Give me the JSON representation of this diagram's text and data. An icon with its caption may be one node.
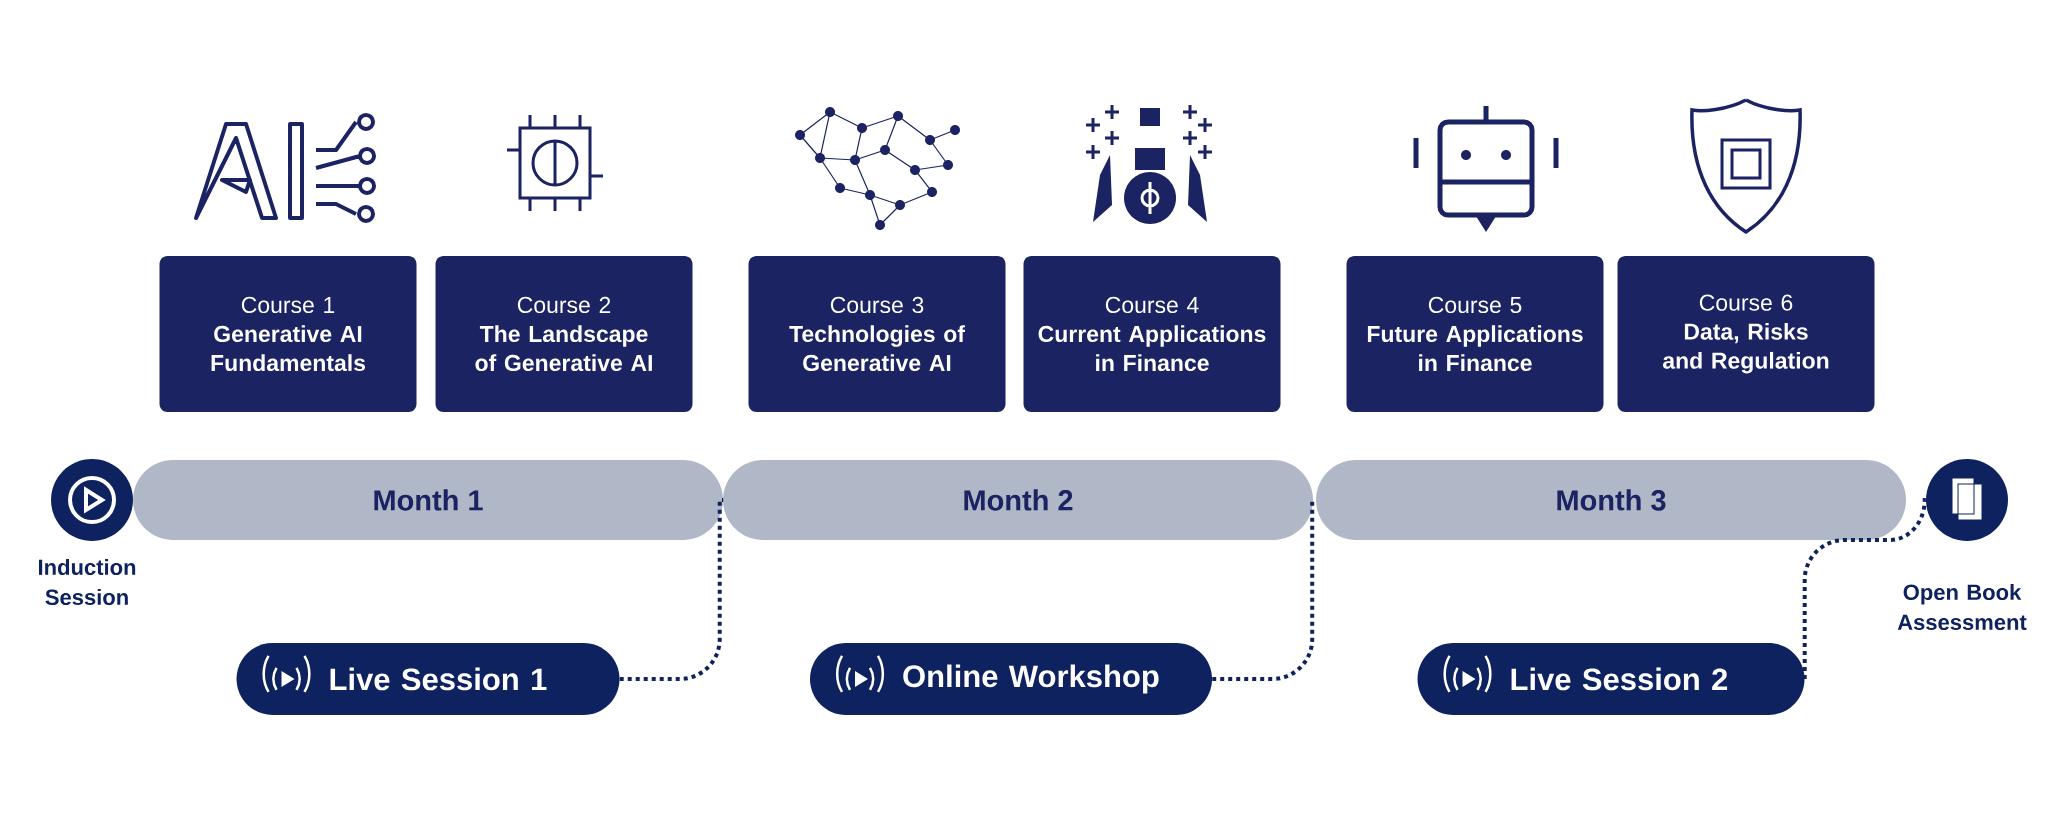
{
  "diagram": {
    "nodes": [
      {
        "text": [
          "Course 1",
          "Generative AI Fundamentals"
        ]
      },
      {
        "text": [
          "Course 2",
          "The Landscape of Generative AI"
        ]
      },
      {
        "text": [
          "Course 3",
          "Technologies of Generative AI"
        ]
      },
      {
        "text": [
          "Course 4",
          "Current Applications in Finance"
        ]
      },
      {
        "text": [
          "Course 5",
          "Future Applications in Finance"
        ]
      },
      {
        "text": [
          "Course 6",
          "Data, Risks and Regulation"
        ]
      },
      {
        "text": [],
        "shape": "circle",
        "beside": [
          "Induction Session"
        ]
      },
      {
        "text": [
          "Month 1"
        ]
      },
      {
        "text": [
          "Month 2"
        ]
      },
      {
        "text": [
          "Month 3"
        ]
      },
      {
        "text": [],
        "shape": "circle",
        "beside": [
          "Open Book Assessment"
        ]
      },
      {
        "text": [
          "Live Session 1"
        ]
      },
      {
        "text": [
          "Online Workshop"
        ]
      },
      {
        "text": [
          "Live Session 2"
        ]
      }
    ],
    "edges": [
      {
        "from": 11,
        "to": 7,
        "arrow": "none",
        "style": "dashed"
      },
      {
        "from": 12,
        "to": 8,
        "arrow": "none",
        "style": "dashed"
      },
      {
        "from": 13,
        "to": 10,
        "arrow": "none",
        "style": "dashed"
      }
    ]
  }
}
